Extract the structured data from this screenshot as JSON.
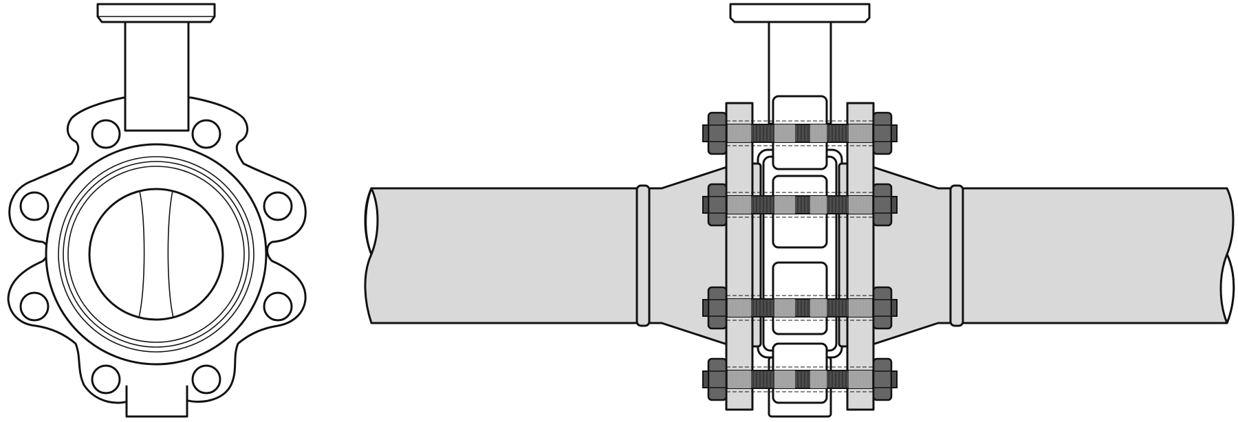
{
  "drawing": {
    "views": [
      "front-view",
      "side-view"
    ],
    "colors": {
      "outline": "#111111",
      "body_fill": "#ffffff",
      "pipe_fill": "#d9d9d9",
      "bolt_dark": "#4d4d4d",
      "nut_fill": "#666666",
      "thread_light": "#b5b5b5",
      "background": "#ffffff"
    },
    "icons": [
      "lug-butterfly-valve-front-icon",
      "valve-between-flanges-side-icon",
      "bolt-icon",
      "nut-icon",
      "pipe-icon"
    ],
    "lug_count": 8,
    "bolt_count": 4
  }
}
